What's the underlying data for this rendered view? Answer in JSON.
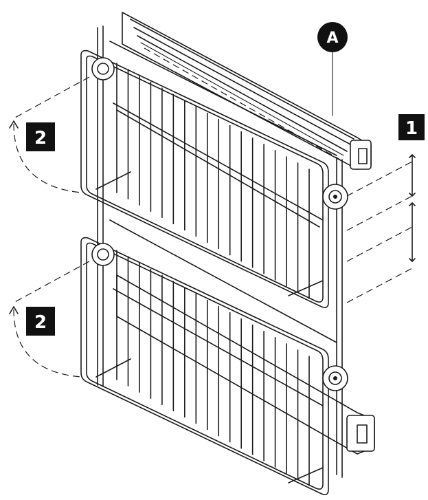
{
  "callouts": {
    "label_a": "A",
    "label_1": "1",
    "label_2_upper": "2",
    "label_2_lower": "2"
  },
  "colors": {
    "line": "#1a1a1a",
    "callout_fill": "#111111",
    "callout_text": "#ffffff",
    "background": "#ffffff"
  }
}
